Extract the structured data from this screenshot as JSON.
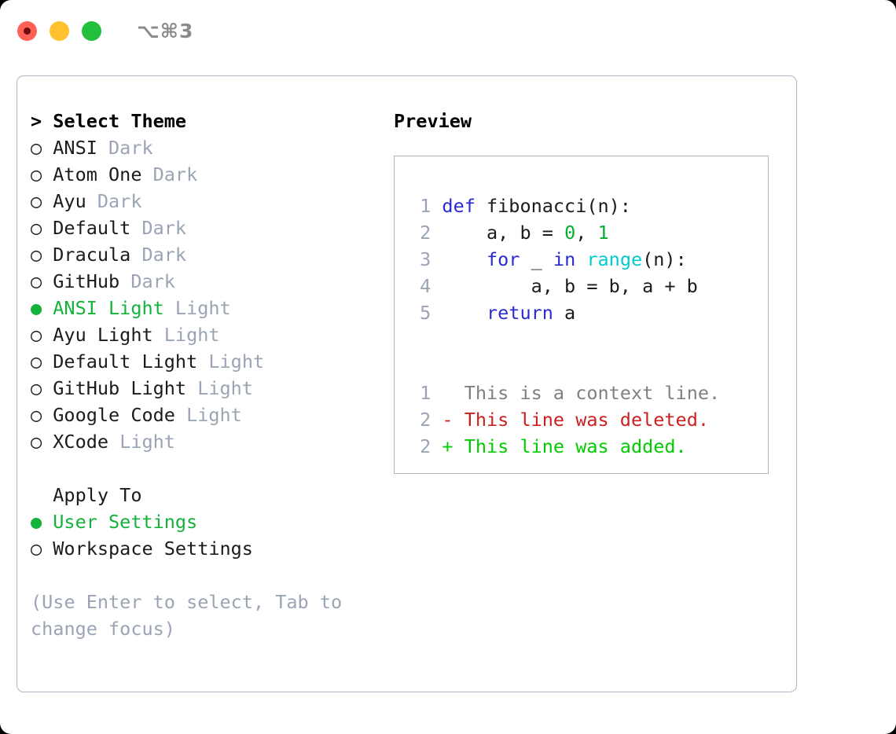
{
  "titlebar": {
    "shortcut": "⌥⌘3",
    "lights": [
      {
        "name": "close-button",
        "color": "#FF6159"
      },
      {
        "name": "minimize-button",
        "color": "#FFC12E"
      },
      {
        "name": "maximize-button",
        "color": "#22C03C"
      }
    ]
  },
  "colors": {
    "accent_green": "#13b33b",
    "muted": "#9aa4b5",
    "border": "#aeb6c2",
    "keyword": "#2a2ad0",
    "number": "#00b030",
    "function": "#00cccc",
    "diff_added": "#00cc00",
    "diff_deleted": "#cc2020",
    "diff_context": "#808080"
  },
  "theme_section": {
    "prompt": ">",
    "title": "Select Theme",
    "bullet_selected": "●",
    "bullet_unselected": "○",
    "items": [
      {
        "name": "ANSI",
        "kind": "Dark",
        "selected": false
      },
      {
        "name": "Atom One",
        "kind": "Dark",
        "selected": false
      },
      {
        "name": "Ayu",
        "kind": "Dark",
        "selected": false
      },
      {
        "name": "Default",
        "kind": "Dark",
        "selected": false
      },
      {
        "name": "Dracula",
        "kind": "Dark",
        "selected": false
      },
      {
        "name": "GitHub",
        "kind": "Dark",
        "selected": false
      },
      {
        "name": "ANSI Light",
        "kind": "Light",
        "selected": true
      },
      {
        "name": "Ayu Light",
        "kind": "Light",
        "selected": false
      },
      {
        "name": "Default Light",
        "kind": "Light",
        "selected": false
      },
      {
        "name": "GitHub Light",
        "kind": "Light",
        "selected": false
      },
      {
        "name": "Google Code",
        "kind": "Light",
        "selected": false
      },
      {
        "name": "XCode",
        "kind": "Light",
        "selected": false
      }
    ]
  },
  "apply_section": {
    "title": "Apply To",
    "items": [
      {
        "name": "User Settings",
        "selected": true
      },
      {
        "name": "Workspace Settings",
        "selected": false
      }
    ]
  },
  "hint": "(Use Enter to select, Tab to change focus)",
  "preview": {
    "title": "Preview",
    "code_lines": [
      {
        "number": "1",
        "tokens": [
          {
            "text": "def ",
            "type": "keyword"
          },
          {
            "text": "fibonacci(n):",
            "type": "plain"
          }
        ]
      },
      {
        "number": "2",
        "tokens": [
          {
            "text": "    a, b = ",
            "type": "plain"
          },
          {
            "text": "0",
            "type": "number"
          },
          {
            "text": ", ",
            "type": "plain"
          },
          {
            "text": "1",
            "type": "number"
          }
        ]
      },
      {
        "number": "3",
        "tokens": [
          {
            "text": "    ",
            "type": "plain"
          },
          {
            "text": "for",
            "type": "keyword"
          },
          {
            "text": " _ ",
            "type": "plain"
          },
          {
            "text": "in",
            "type": "keyword"
          },
          {
            "text": " ",
            "type": "plain"
          },
          {
            "text": "range",
            "type": "function"
          },
          {
            "text": "(n):",
            "type": "plain"
          }
        ]
      },
      {
        "number": "4",
        "tokens": [
          {
            "text": "        a, b = b, a + b",
            "type": "plain"
          }
        ]
      },
      {
        "number": "5",
        "tokens": [
          {
            "text": "    ",
            "type": "plain"
          },
          {
            "text": "return",
            "type": "keyword"
          },
          {
            "text": " a",
            "type": "plain"
          }
        ]
      }
    ],
    "diff_lines": [
      {
        "number": "1",
        "sign": " ",
        "text": "This is a context line.",
        "type": "context"
      },
      {
        "number": "2",
        "sign": "-",
        "text": "This line was deleted.",
        "type": "deleted"
      },
      {
        "number": "2",
        "sign": "+",
        "text": "This line was added.",
        "type": "added"
      }
    ]
  }
}
